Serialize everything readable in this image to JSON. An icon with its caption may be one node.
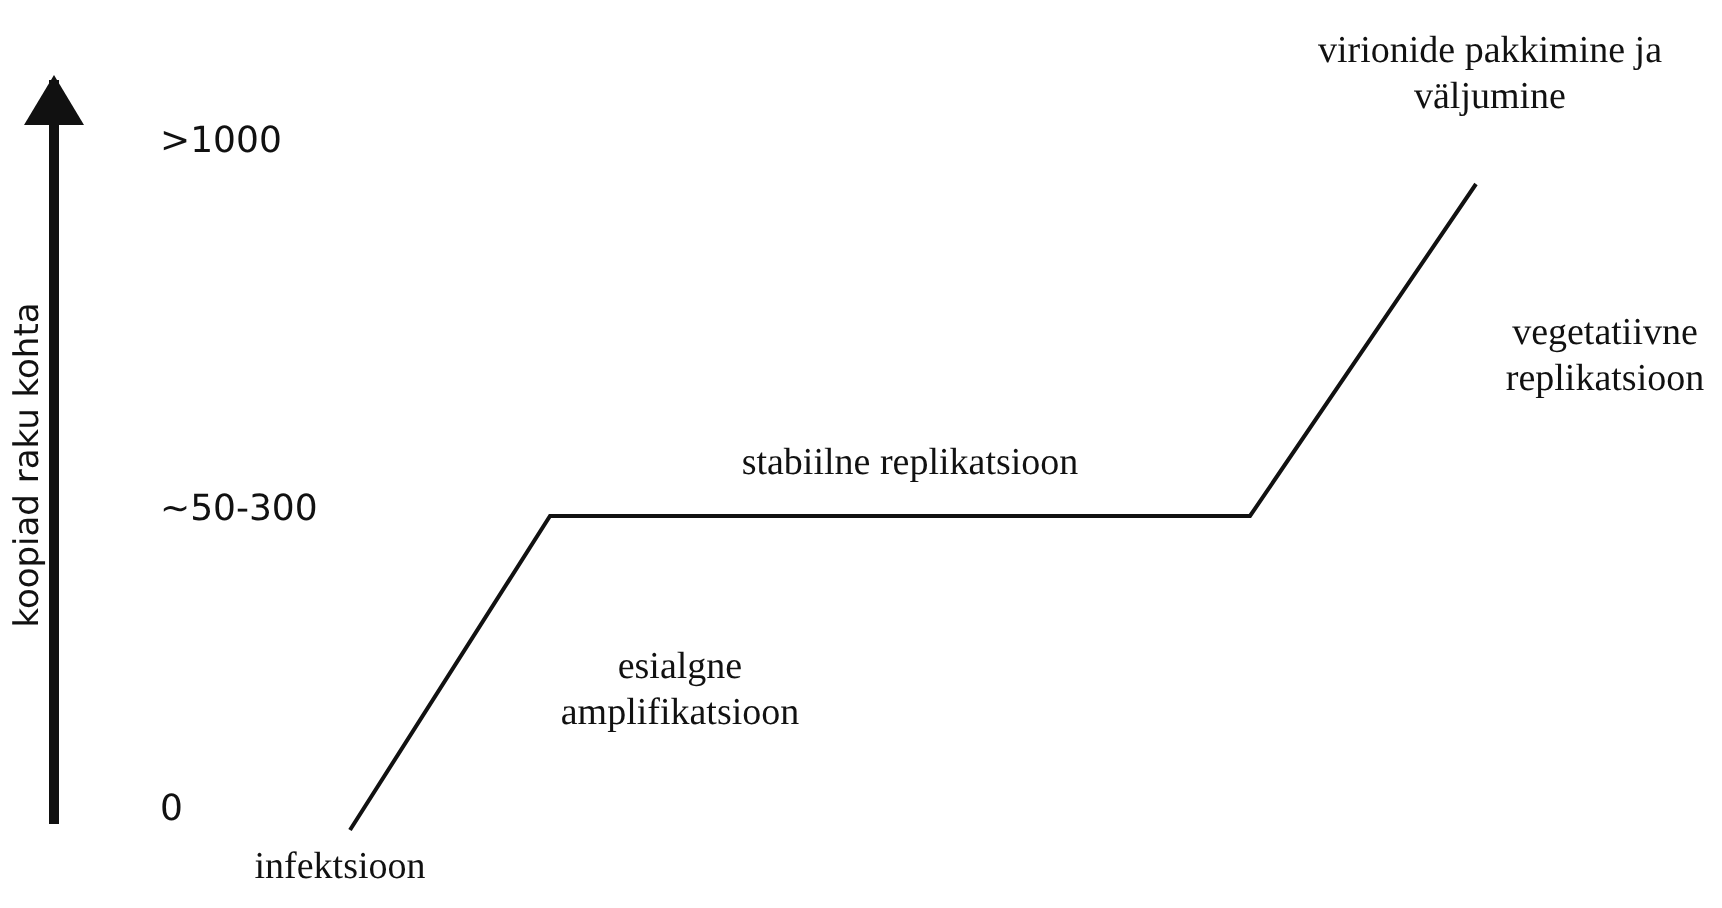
{
  "diagram": {
    "labels": [
      "virionide pakkimine ja väljumine",
      ">1000",
      "vegetatiivne replikatsioon",
      "stabiilne replikatsioon",
      "~50-300",
      "koopiad raku kohta",
      "esialgne amplifikatsioon",
      "0",
      "infektsioon"
    ]
  }
}
